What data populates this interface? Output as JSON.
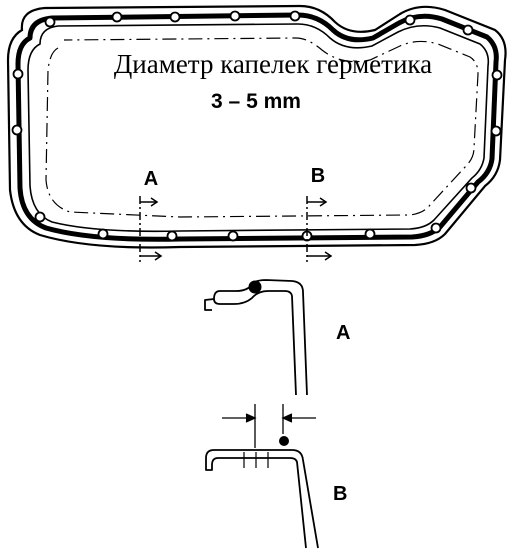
{
  "diagram": {
    "caption": "Диаметр капелек герметика",
    "bead_diameter": "3 – 5 mm",
    "section_a_label": "A",
    "section_b_label": "B",
    "detail_a_label": "A",
    "detail_b_label": "B"
  }
}
